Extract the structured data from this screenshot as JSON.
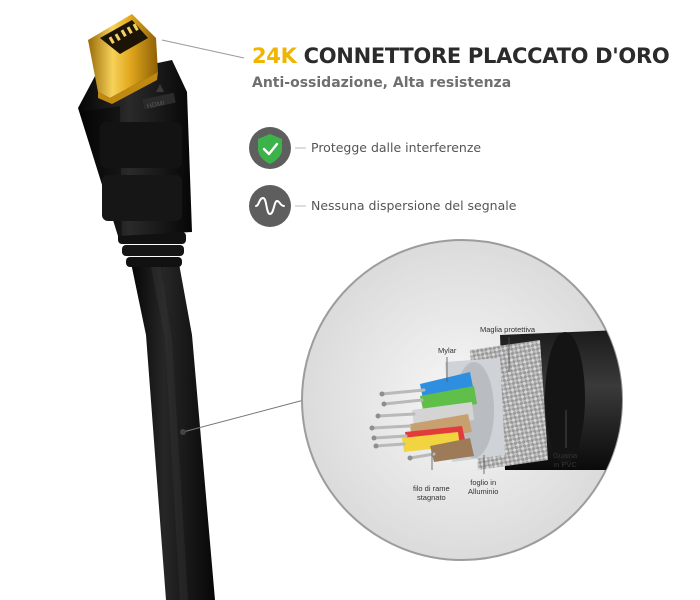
{
  "headline": {
    "accent": "24K",
    "rest": "CONNETTORE PLACCATO D'ORO"
  },
  "subline": "Anti-ossidazione, Alta resistenza",
  "features": [
    {
      "icon": "shield-check-icon",
      "text": "Protegge dalle interferenze"
    },
    {
      "icon": "signal-wave-icon",
      "text": "Nessuna dispersione del segnale"
    }
  ],
  "callouts": {
    "shield_mesh": "Maglia protettiva",
    "mylar": "Mylar",
    "tinned_copper": [
      "filo di rame",
      "stagnato"
    ],
    "aluminum_foil": [
      "foglio in",
      "Alluminio"
    ],
    "pvc_jacket": [
      "Guaina",
      "in PVC"
    ]
  },
  "colors": {
    "gold_accent": "#f1b400",
    "shield_green": "#3bb34a",
    "icon_bg": "#5e5e5e",
    "cable": "#101010"
  }
}
